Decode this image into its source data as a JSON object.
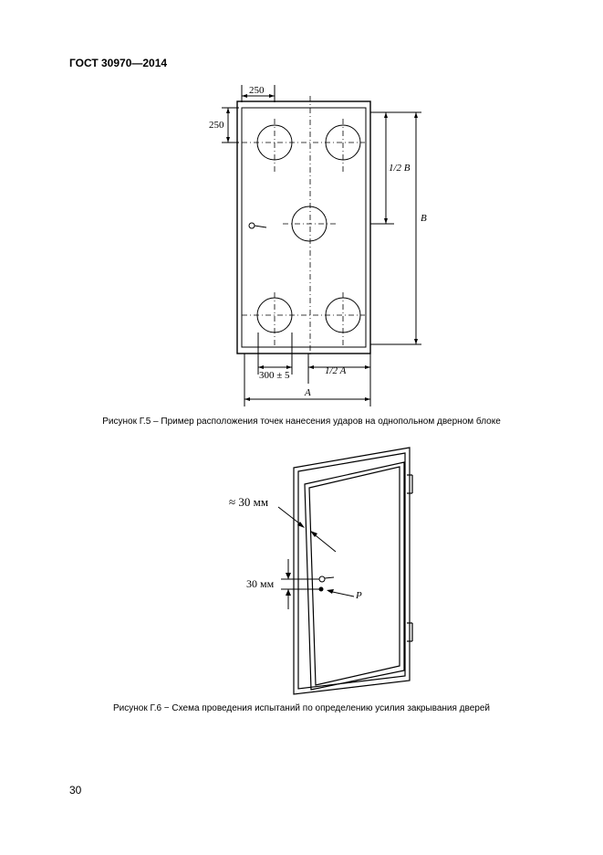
{
  "header": {
    "standard": "ГОСТ 30970—2014"
  },
  "figure5": {
    "caption": "Рисунок Г.5 – Пример расположения точек нанесения ударов на однопольном дверном блоке",
    "dims": {
      "d250_top": "250",
      "d250_left": "250",
      "half_b": "1/2 B",
      "b": "B",
      "d300": "300 ± 5",
      "half_a": "1/2 A",
      "a": "A"
    }
  },
  "figure6": {
    "caption": "Рисунок Г.6 − Схема проведения испытаний по определению усилия закрывания дверей",
    "label_gap": "≈ 30 мм",
    "label_handle": "30 мм",
    "label_p": "P"
  },
  "page": {
    "number": "30"
  }
}
